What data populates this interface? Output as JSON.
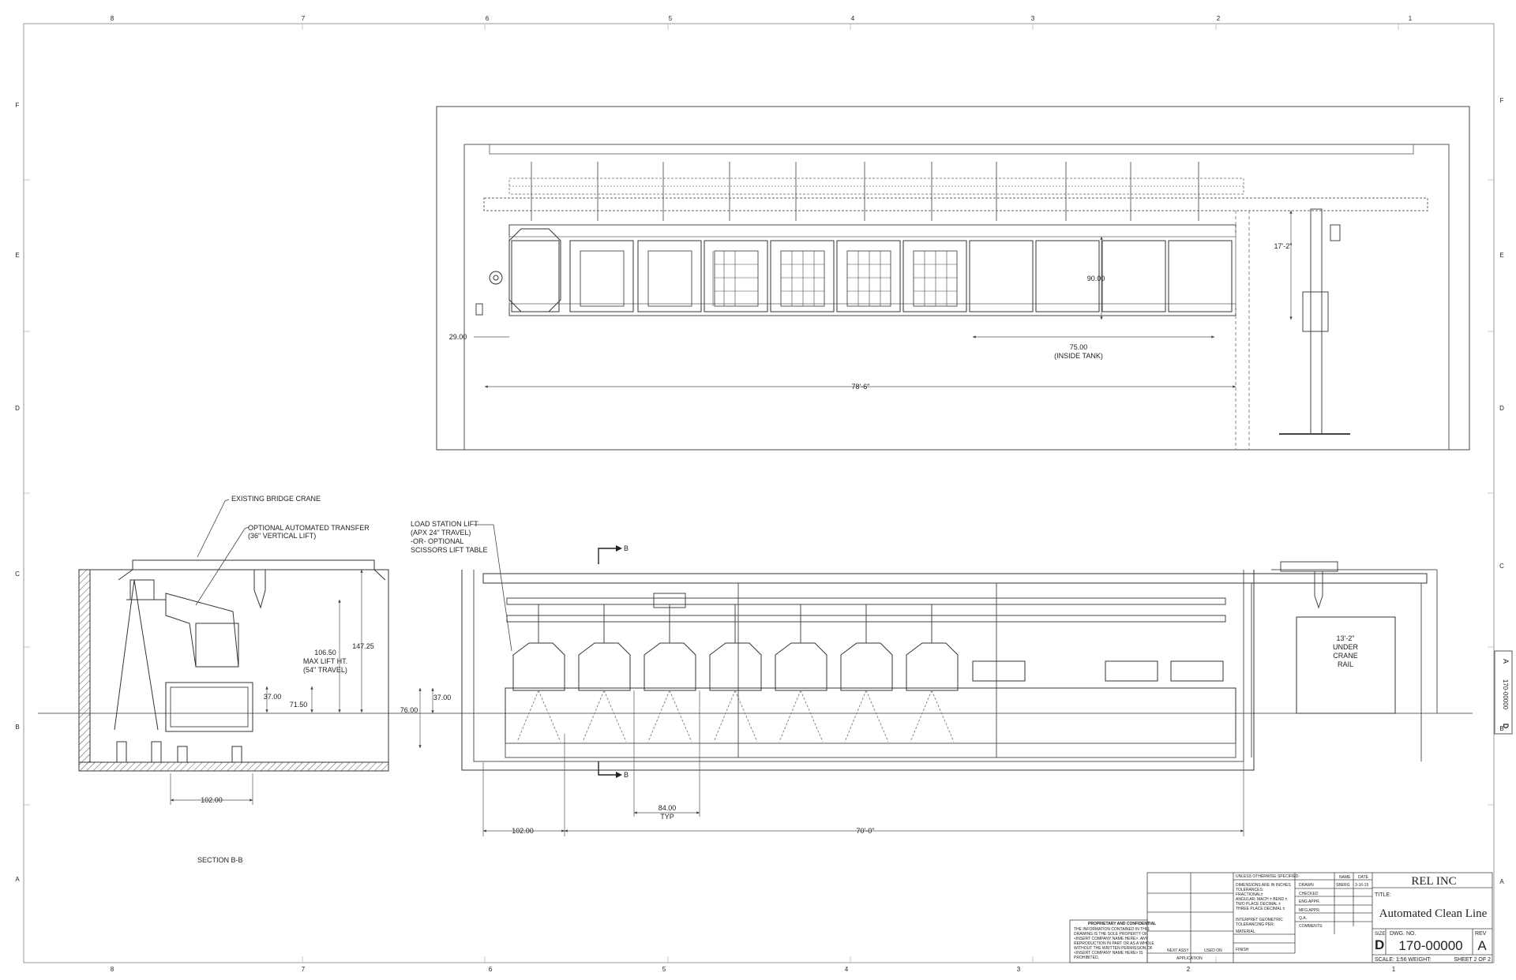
{
  "border": {
    "top_columns": [
      "8",
      "7",
      "6",
      "5",
      "4",
      "3",
      "2",
      "1"
    ],
    "bottom_columns": [
      "8",
      "7",
      "6",
      "5",
      "4",
      "3",
      "2",
      "1"
    ],
    "left_rows": [
      "F",
      "E",
      "D",
      "C",
      "B",
      "A"
    ],
    "right_rows": [
      "F",
      "E",
      "D",
      "C",
      "B",
      "A"
    ]
  },
  "plan_view": {
    "dims": {
      "crane_height": "17'-2\"",
      "tank_width": "90.00",
      "inside_tank": "75.00",
      "inside_tank_note": "(INSIDE TANK)",
      "offset": "29.00",
      "overall_length": "78'-6\""
    }
  },
  "section_view": {
    "title": "SECTION B-B",
    "callouts": {
      "bridge_crane": "EXISTING BRIDGE CRANE",
      "transfer_1": "OPTIONAL AUTOMATED TRANSFER",
      "transfer_2": "(36\" VERTICAL LIFT)"
    },
    "dims": {
      "max_lift_1": "106.50",
      "max_lift_2": "MAX LIFT HT.",
      "max_lift_3": "(54\" TRAVEL)",
      "overall_height": "147.25",
      "d37": "37.00",
      "d71": "71.50",
      "base_width": "102.00"
    }
  },
  "elevation_view": {
    "callouts": {
      "load_station_1": "LOAD STATION LIFT",
      "load_station_2": "(APX 24\" TRAVEL)",
      "load_station_3": "-OR- OPTIONAL",
      "load_station_4": "SCISSORS LIFT TABLE"
    },
    "section_marker_top": "B",
    "section_marker_bottom": "B",
    "dims": {
      "d37": "37.00",
      "d76": "76.00",
      "pitch": "84.00",
      "pitch_typ": "TYP",
      "left_len": "102.00",
      "overall_len": "70'-0\""
    },
    "crane_rail": {
      "line1": "13'-2\"",
      "line2": "UNDER",
      "line3": "CRANE",
      "line4": "RAIL"
    }
  },
  "title_block": {
    "company": "REL INC",
    "title_label": "TITLE:",
    "title": "Automated Clean Line",
    "size_label": "SIZE",
    "size": "D",
    "dwg_no_label": "DWG.  NO.",
    "dwg_no": "170-00000",
    "rev_label": "REV",
    "rev": "A",
    "scale": "SCALE: 1:56 WEIGHT:",
    "sheet": "SHEET 2 OF 2",
    "header_name": "NAME",
    "header_date": "DATE",
    "drawn_label": "DRAWN",
    "drawn_name": "SBERG",
    "drawn_date": "3-16-15",
    "checked_label": "CHECKED",
    "eng_label": "ENG APPR.",
    "mfg_label": "MFG APPR.",
    "qa_label": "Q.A.",
    "comments_label": "COMMENTS:",
    "tol_1": "UNLESS OTHERWISE SPECIFIED:",
    "tol_2": "DIMENSIONS ARE IN INCHES",
    "tol_3": "TOLERANCES:",
    "tol_4": "FRACTIONAL±",
    "tol_5": "ANGULAR: MACH ±   BEND ±",
    "tol_6": "TWO PLACE DECIMAL   ±",
    "tol_7": "THREE PLACE DECIMAL  ±",
    "tol_8": "INTERPRET GEOMETRIC",
    "tol_9": "TOLERANCING PER:",
    "material": "MATERIAL",
    "finish": "FINISH",
    "next_assy": "NEXT ASSY",
    "used_on": "USED ON",
    "application": "APPLICATION",
    "prop_title": "PROPRIETARY AND CONFIDENTIAL",
    "prop_1": "THE INFORMATION CONTAINED IN THIS",
    "prop_2": "DRAWING IS THE SOLE PROPERTY OF",
    "prop_3": "<INSERT COMPANY NAME HERE>. ANY",
    "prop_4": "REPRODUCTION IN PART OR AS A WHOLE",
    "prop_5": "WITHOUT THE WRITTEN PERMISSION OF",
    "prop_6": "<INSERT COMPANY NAME HERE> IS",
    "prop_7": "PROHIBITED."
  },
  "side_tab": {
    "rev": "A",
    "dwg": "170-00000",
    "size": "D"
  }
}
